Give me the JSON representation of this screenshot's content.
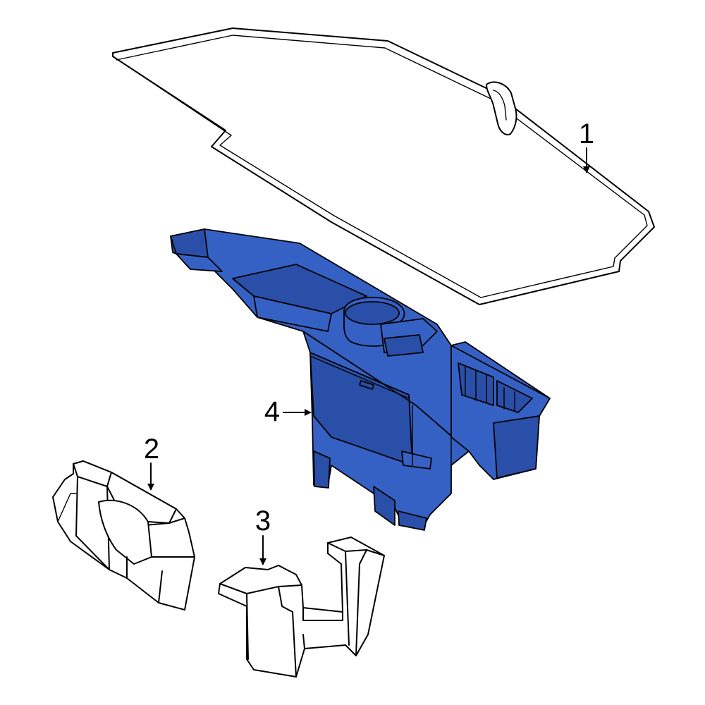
{
  "diagram": {
    "colors": {
      "highlight": "#3561c4",
      "highlight_dark": "#2a4fa8",
      "outline": "#000000",
      "background": "#ffffff"
    },
    "callouts": [
      {
        "id": "1",
        "label": "1"
      },
      {
        "id": "2",
        "label": "2"
      },
      {
        "id": "3",
        "label": "3"
      },
      {
        "id": "4",
        "label": "4"
      }
    ]
  }
}
